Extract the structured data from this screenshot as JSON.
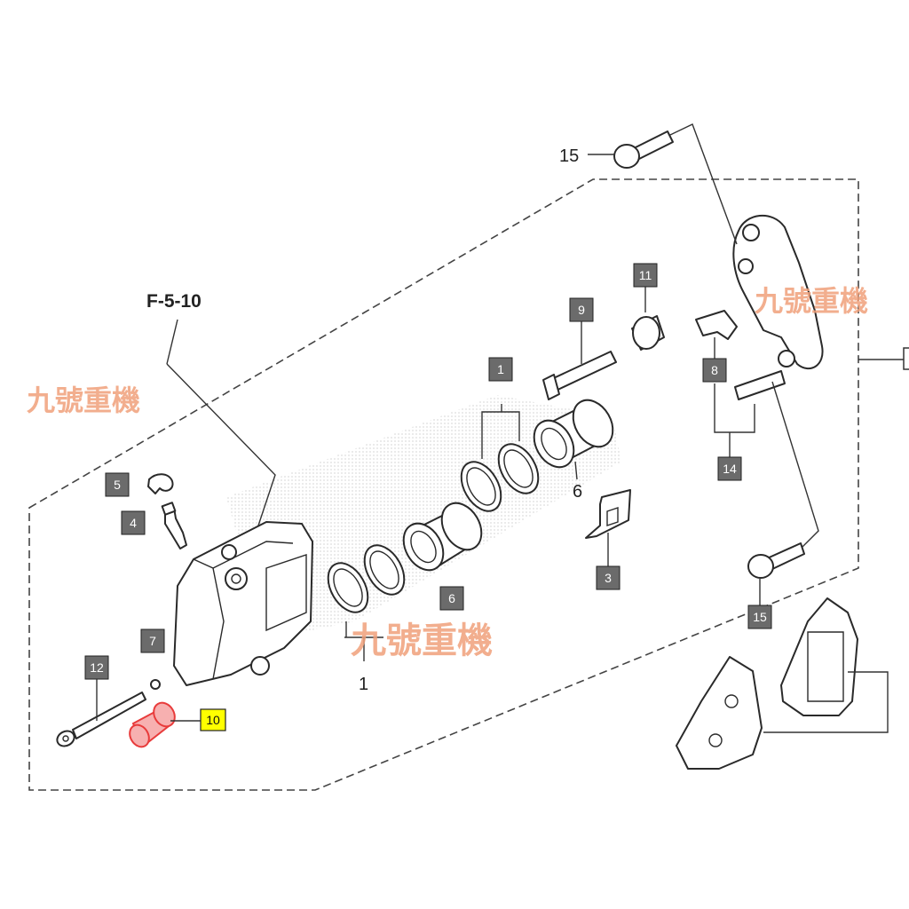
{
  "reference": "F-5-10",
  "watermark": "九號重機",
  "colors": {
    "label_box": "#6b6b6b",
    "highlight_box": "#ffff00",
    "highlight_part": "#e83b3b",
    "watermark": "#f0a07a"
  },
  "labels": {
    "p1_top": "1",
    "p1_bottom": "1",
    "p3": "3",
    "p4": "4",
    "p5": "5",
    "p6_plain": "6",
    "p6_box": "6",
    "p7": "7",
    "p8": "8",
    "p9": "9",
    "p10": "10",
    "p11": "11",
    "p12": "12",
    "p14": "14",
    "p15_top": "15",
    "p15_box": "15"
  }
}
